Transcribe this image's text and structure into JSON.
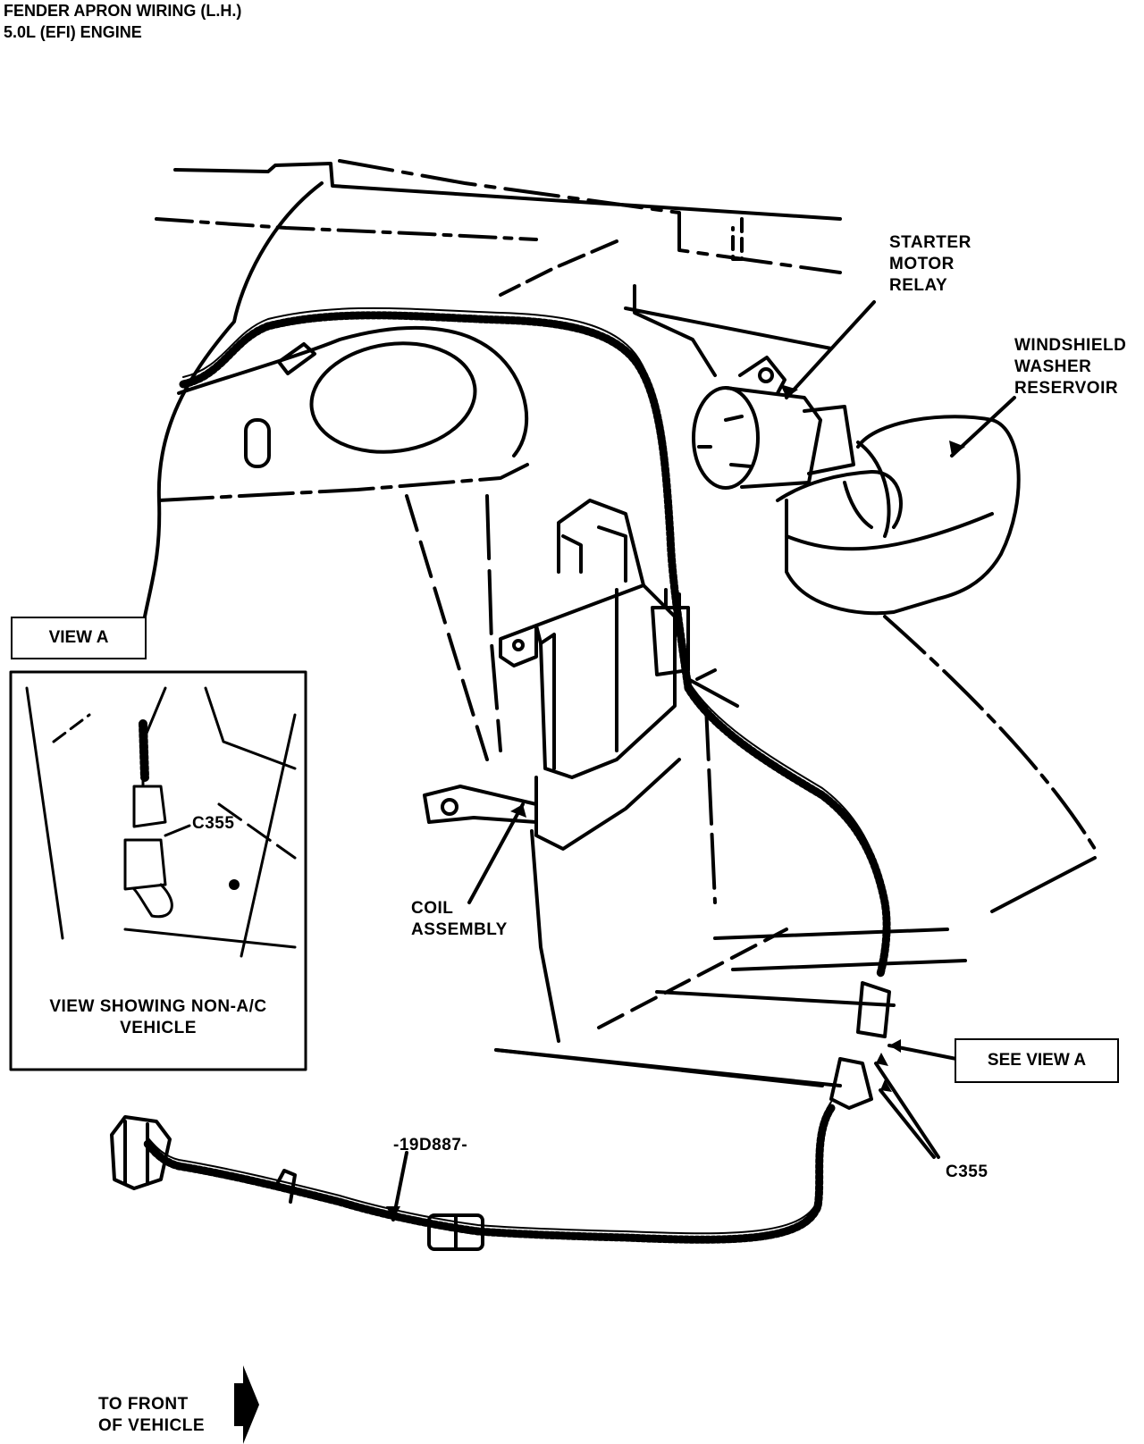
{
  "title": {
    "line1": "FENDER APRON WIRING (L.H.)",
    "line2": "5.0L (EFI) ENGINE"
  },
  "labels": {
    "starter_motor_relay": [
      "STARTER",
      "MOTOR",
      "RELAY"
    ],
    "windshield_washer_reservoir": [
      "WINDSHIELD",
      "WASHER",
      "RESERVOIR"
    ],
    "coil_assembly": [
      "COIL",
      "ASSEMBLY"
    ],
    "part_number": "-19D887-",
    "c355_main": "C355",
    "c355_inset": "C355",
    "see_view_a": "SEE VIEW A",
    "view_a": "VIEW A",
    "inset_caption": [
      "VIEW SHOWING NON-A/C",
      "VEHICLE"
    ],
    "front_of_vehicle": [
      "TO FRONT",
      "OF VEHICLE"
    ]
  },
  "icons": {
    "direction_arrow": "right-arrow-icon"
  }
}
